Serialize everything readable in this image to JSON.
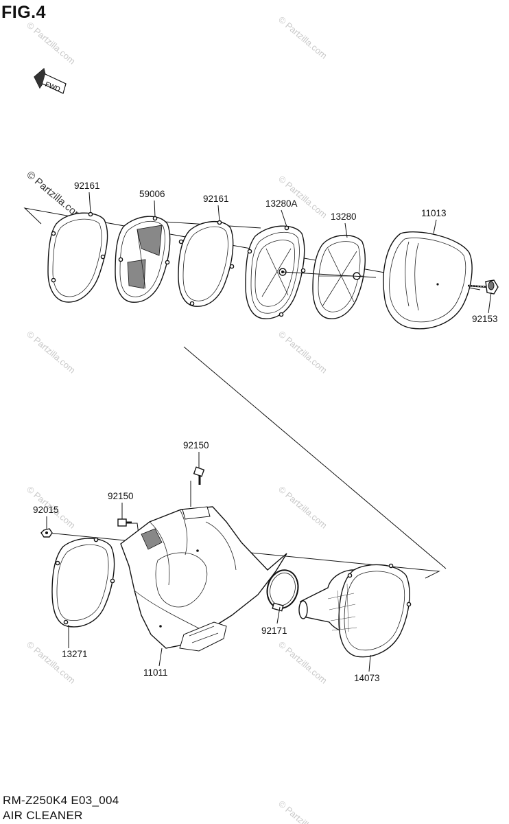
{
  "figure": {
    "title": "FIG.4"
  },
  "fwd_label": "FWD",
  "watermark": "© Partzilla.com",
  "parts": [
    {
      "id": "92161",
      "name": "gasket"
    },
    {
      "id": "59006",
      "name": "screen"
    },
    {
      "id": "92161",
      "name": "gasket"
    },
    {
      "id": "13280A",
      "name": "plate"
    },
    {
      "id": "13280",
      "name": "frame"
    },
    {
      "id": "11013",
      "name": "filter"
    },
    {
      "id": "92153",
      "name": "bolt"
    },
    {
      "id": "92150",
      "name": "bolt"
    },
    {
      "id": "92150",
      "name": "bolt"
    },
    {
      "id": "92015",
      "name": "nut"
    },
    {
      "id": "13271",
      "name": "gasket"
    },
    {
      "id": "11011",
      "name": "case"
    },
    {
      "id": "92171",
      "name": "clamp"
    },
    {
      "id": "14073",
      "name": "duct"
    }
  ],
  "footer": {
    "model_code": "RM-Z250K4 E03_004",
    "section_name": "AIR CLEANER"
  }
}
